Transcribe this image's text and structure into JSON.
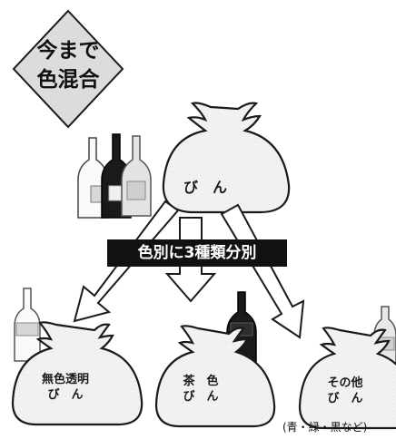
{
  "badge": {
    "line1": "今まで",
    "line2": "色混合"
  },
  "top_bag": {
    "label": "び　ん"
  },
  "banner": "色別に3種類分別",
  "bags": [
    {
      "label_line1": "無色透明",
      "label_line2": "び　ん"
    },
    {
      "label_line1": "茶　色",
      "label_line2": "び　ん"
    },
    {
      "label_line1": "その他",
      "label_line2": "び　ん"
    }
  ],
  "footnote": "(青・緑・黒など)",
  "colors": {
    "banner_bg": "#111111",
    "badge_fill": "#dcdcdc",
    "bag_fill": "#f2f2f2",
    "outline": "#1a1a1a"
  }
}
